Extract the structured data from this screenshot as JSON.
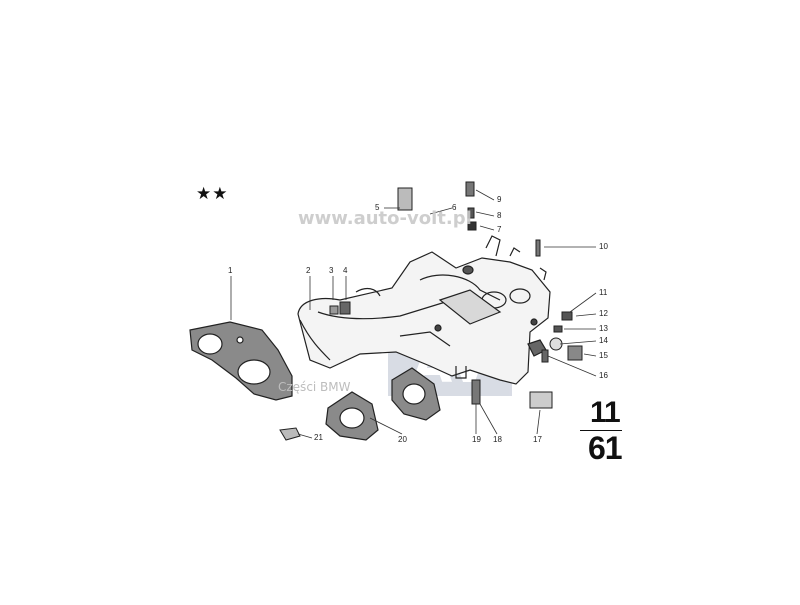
{
  "diagram": {
    "symbol": "★★",
    "group_number_top": "11",
    "group_number_bottom": "61",
    "callouts": [
      "1",
      "2",
      "3",
      "4",
      "5",
      "6",
      "7",
      "8",
      "9",
      "10",
      "11",
      "12",
      "13",
      "14",
      "15",
      "16",
      "17",
      "18",
      "19",
      "20",
      "21"
    ],
    "watermark": {
      "url": "www.auto-volt.pl",
      "logo": "AV",
      "caption": "Części BMW"
    }
  }
}
